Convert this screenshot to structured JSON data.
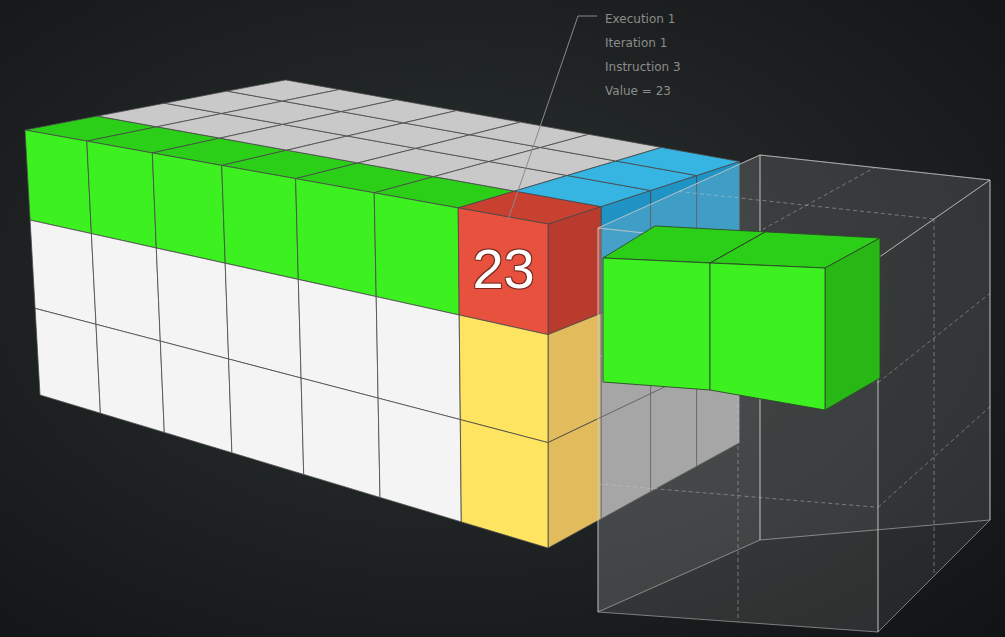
{
  "diagram": {
    "nodes": [
      {
        "text": [
          "23"
        ]
      }
    ],
    "labels": [
      "Execution 1",
      "Iteration 1",
      "Instruction 3",
      "Value = 23"
    ]
  }
}
